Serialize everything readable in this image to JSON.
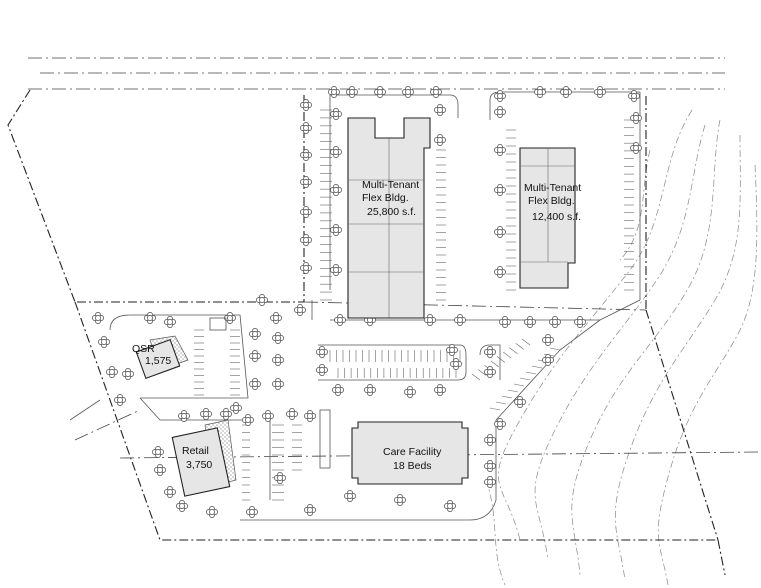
{
  "buildings": {
    "flex_large": {
      "line1": "Multi-Tenant",
      "line2": "Flex Bldg.",
      "area": "25,800 s.f."
    },
    "flex_small": {
      "line1": "Multi-Tenant",
      "line2": "Flex Bldg.",
      "area": "12,400 s.f."
    },
    "qsr": {
      "name": "QSR",
      "area": "1,575"
    },
    "retail": {
      "name": "Retail",
      "area": "3,750"
    },
    "care": {
      "name": "Care Facility",
      "beds": "18 Beds"
    }
  },
  "colors": {
    "building_fill": "#e6e6e6",
    "linework": "#222222",
    "contours": "#888888"
  },
  "icon_names": [
    "tree-icon"
  ]
}
